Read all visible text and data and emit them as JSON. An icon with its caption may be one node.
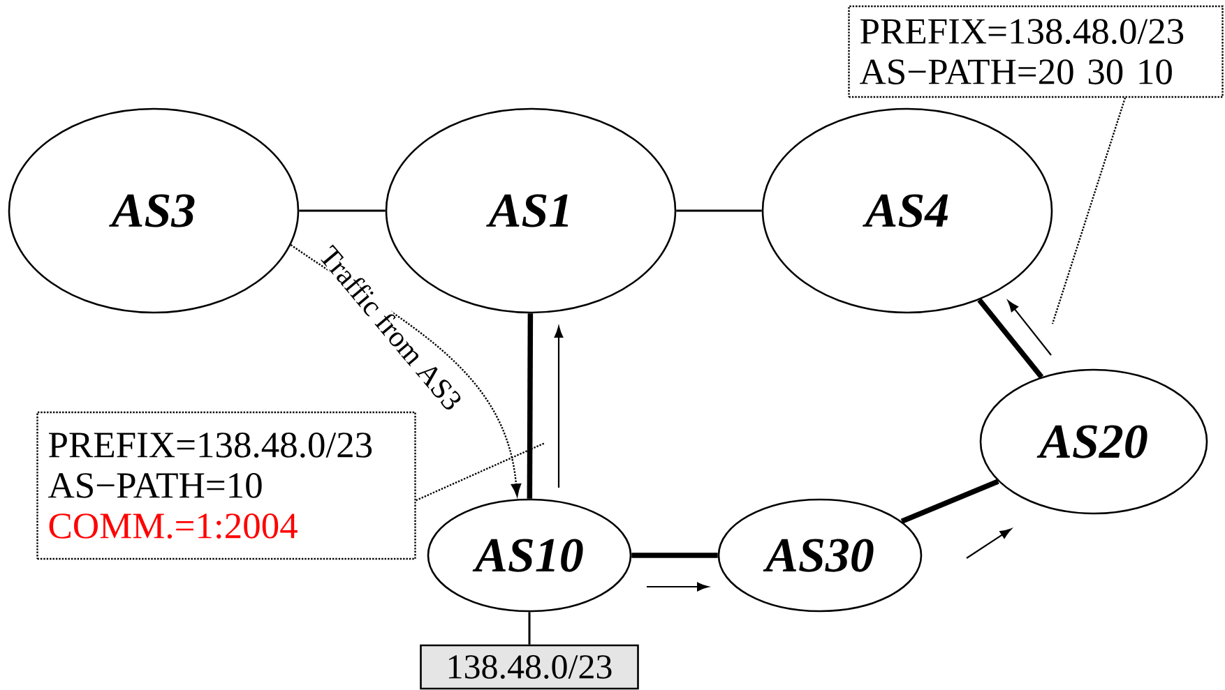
{
  "diagram": {
    "nodes": [
      {
        "text": [
          "AS3"
        ]
      },
      {
        "text": [
          "AS1"
        ]
      },
      {
        "text": [
          "AS4"
        ]
      },
      {
        "text": [
          "AS20"
        ]
      },
      {
        "text": [
          "AS10"
        ]
      },
      {
        "text": [
          "AS30"
        ]
      },
      {
        "text": [
          "138.48.0/23"
        ]
      },
      {
        "text": [
          "PREFIX=138.48.0/23",
          "AS−PATH=10",
          "COMM.=1:2004"
        ]
      },
      {
        "text": [
          "PREFIX=138.48.0/23",
          "AS−PATH=20 30 10"
        ]
      }
    ],
    "edges": [
      {
        "from": 0,
        "to": 1,
        "arrow": "none"
      },
      {
        "from": 1,
        "to": 2,
        "arrow": "none"
      },
      {
        "from": 1,
        "to": 4,
        "arrow": "none",
        "style": "thick"
      },
      {
        "from": 4,
        "to": 5,
        "arrow": "none",
        "style": "thick"
      },
      {
        "from": 5,
        "to": 3,
        "arrow": "none",
        "style": "thick"
      },
      {
        "from": 3,
        "to": 2,
        "arrow": "none",
        "style": "thick"
      },
      {
        "from": 4,
        "to": 6,
        "arrow": "none"
      },
      {
        "from": 0,
        "to": 4,
        "arrow": "to",
        "style": "dashed",
        "label": "Traffic from AS3"
      },
      {
        "from": 7,
        "to": null,
        "arrow": "none",
        "style": "dashed"
      },
      {
        "from": 8,
        "to": null,
        "arrow": "none",
        "style": "dashed"
      }
    ]
  }
}
